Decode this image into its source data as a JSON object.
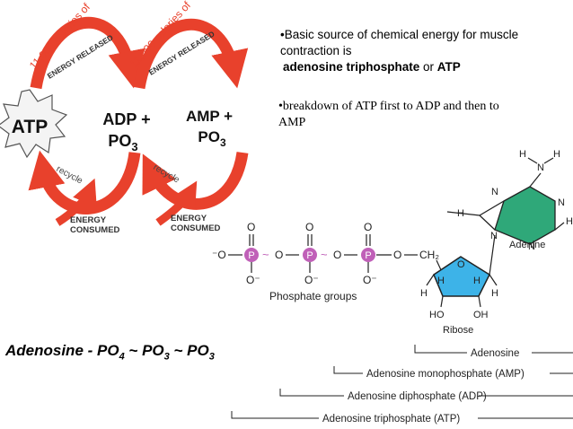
{
  "cycle": {
    "released_label_1": "11,000 calories of",
    "released_label_2": "ENERGY RELEASED",
    "released_label_3": "11,000 calories of",
    "released_label_4": "ENERGY RELEASED",
    "atp": "ATP",
    "adp_line1": "ADP +",
    "adp_po": "PO",
    "adp_sub": "3",
    "amp_line1": "AMP +",
    "amp_po": "PO",
    "amp_sub": "3",
    "recycle_1": "recycle",
    "recycle_2": "recycle",
    "consumed_1_a": "ENERGY",
    "consumed_1_b": "CONSUMED",
    "consumed_2_a": "ENERGY",
    "consumed_2_b": "CONSUMED",
    "arrow_color": "#e8412c",
    "star_fill": "#f4f4f4"
  },
  "bullets": {
    "b1_line1": "•Basic source of chemical energy for muscle",
    "b1_line2": "contraction is",
    "b1_bold_1": "adenosine triphosphate",
    "b1_or": " or ",
    "b1_bold_2": "ATP",
    "b2_line1": "•breakdown of ATP first to ADP and then to",
    "b2_line2": "AMP"
  },
  "formula": {
    "prefix": "Adenosine - PO",
    "s1": "4",
    "t1": " ~ PO",
    "s2": "3",
    "t2": " ~ PO",
    "s3": "3"
  },
  "structure": {
    "o": "O",
    "o_minus": "O⁻",
    "minus_o": "⁻O",
    "p": "P",
    "ch2": "CH₂",
    "h": "H",
    "n": "N",
    "ho": "HO",
    "oh": "OH",
    "phosphate_groups": "Phosphate groups",
    "ribose": "Ribose",
    "adenine": "Adenine",
    "phosphate_color": "#c060b8",
    "ribose_color": "#3db3e8",
    "adenine_color": "#2fa879"
  },
  "brackets": {
    "adenosine": "Adenosine",
    "amp": "Adenosine monophosphate (AMP)",
    "adp": "Adenosine diphosphate (ADP)",
    "atp": "Adenosine triphosphate (ATP)"
  }
}
